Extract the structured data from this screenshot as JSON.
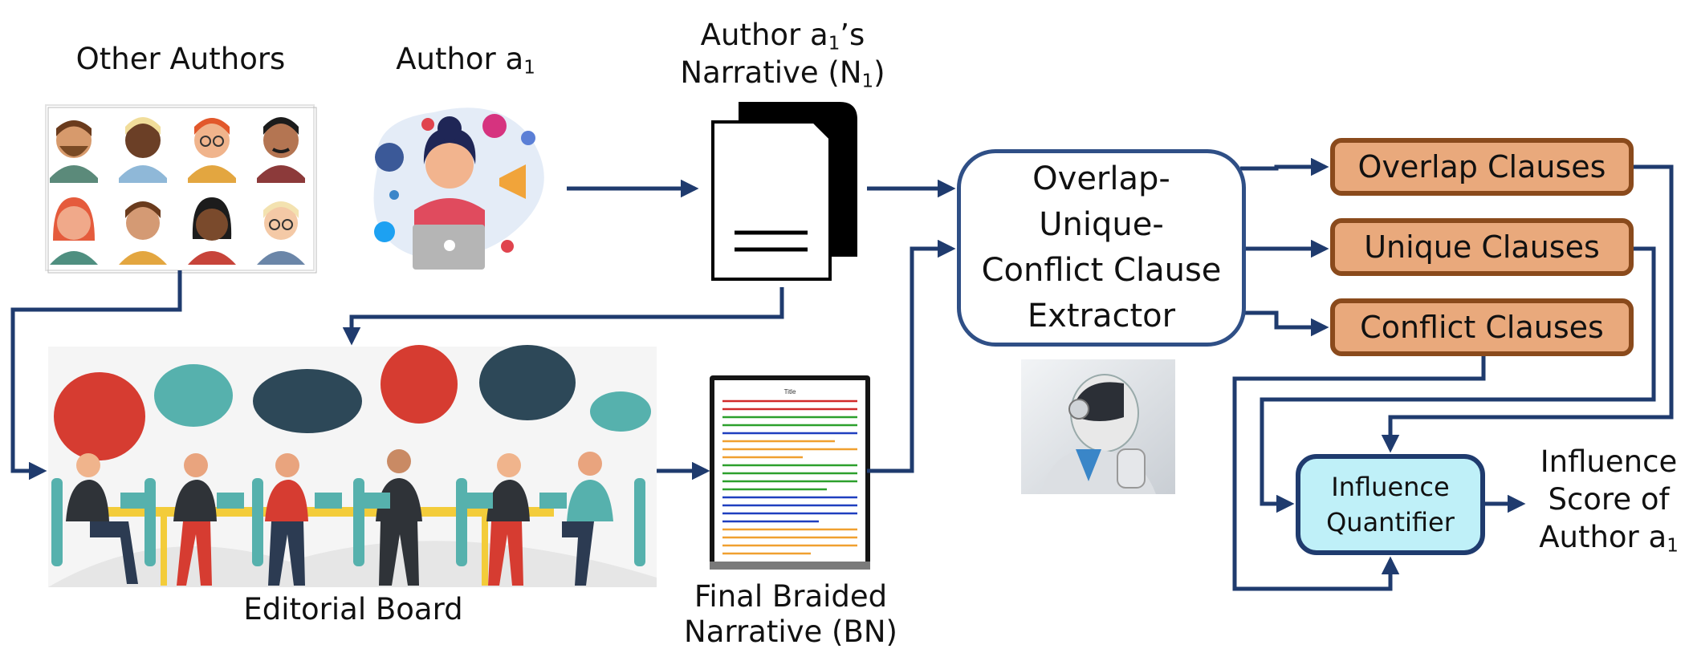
{
  "labels": {
    "other_authors": "Other Authors",
    "author": "Author a",
    "author_sub": "1",
    "narrative_line1_pre": "Author a",
    "narrative_line1_sub": "1",
    "narrative_line1_post": "’s",
    "narrative_line2_pre": "Narrative (N",
    "narrative_line2_sub": "1",
    "narrative_line2_post": ")",
    "editorial_board": "Editorial Board",
    "final_line1": "Final Braided",
    "final_line2": "Narrative (BN)",
    "influence_line1": "Influence",
    "influence_line2": "Score of",
    "influence_line3_pre": "Author a",
    "influence_line3_sub": "1"
  },
  "extractor": {
    "line1": "Overlap-",
    "line2": "Unique-",
    "line3": "Conflict Clause",
    "line4": "Extractor"
  },
  "clauses": [
    "Overlap Clauses",
    "Unique Clauses",
    "Conflict Clauses"
  ],
  "quantifier": {
    "line1": "Influence",
    "line2": "Quantifier"
  },
  "tablet": {
    "title": "Title"
  },
  "colors": {
    "arrow": "#1f3b6e",
    "clause_fill": "#e9a97c",
    "clause_border": "#8a4a1c",
    "quantifier_fill": "#bff0f8",
    "extractor_border": "#2f4f86"
  }
}
